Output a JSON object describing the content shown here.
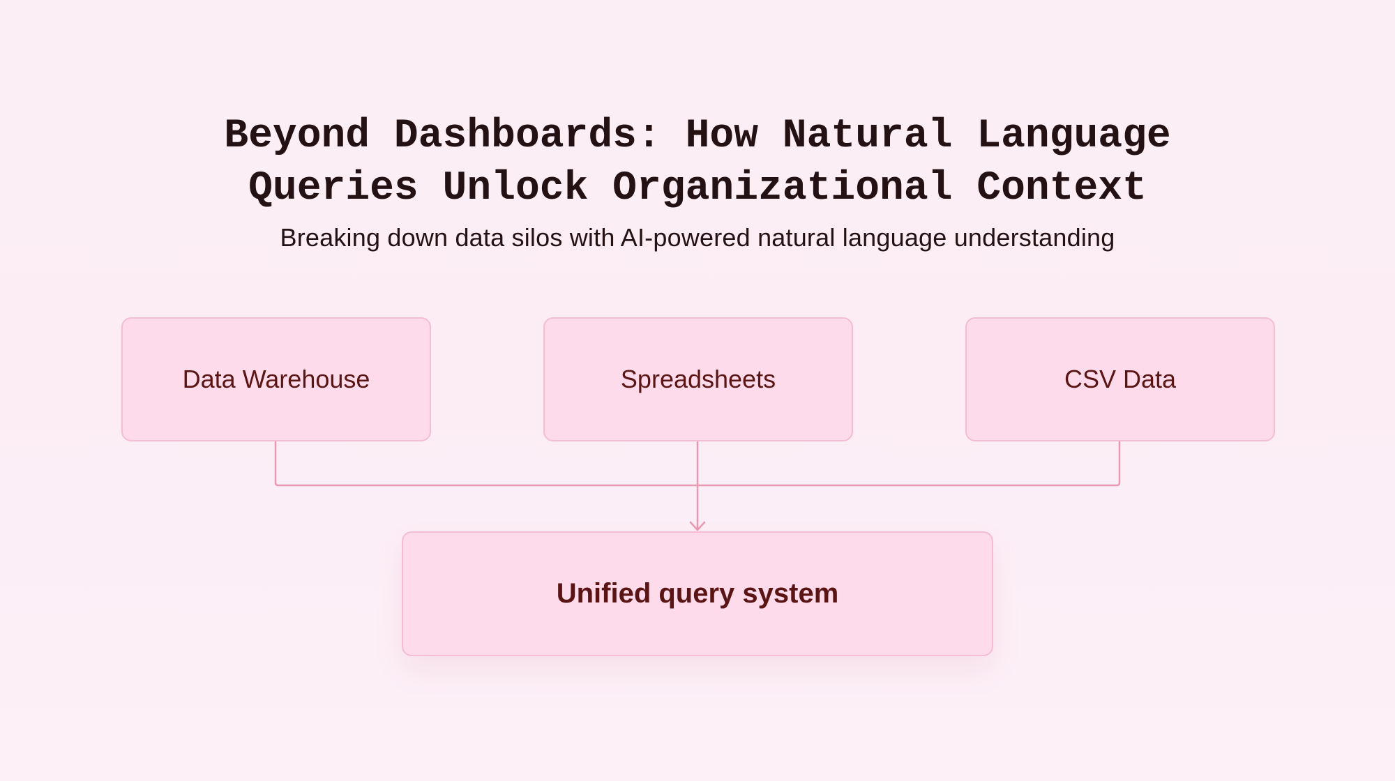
{
  "header": {
    "title_line1": "Beyond Dashboards: How Natural Language",
    "title_line2": "Queries Unlock Organizational Context",
    "subtitle": "Breaking down data silos with AI-powered natural language understanding"
  },
  "diagram": {
    "sources": [
      {
        "label": "Data Warehouse"
      },
      {
        "label": "Spreadsheets"
      },
      {
        "label": "CSV Data"
      }
    ],
    "target": {
      "label": "Unified query system"
    },
    "colors": {
      "background": "#fcedf5",
      "box_fill": "#fddbea",
      "box_border": "#f6bcd3",
      "connector": "#e89ab3",
      "box_text": "#5a1414",
      "title_text": "#231114"
    }
  }
}
